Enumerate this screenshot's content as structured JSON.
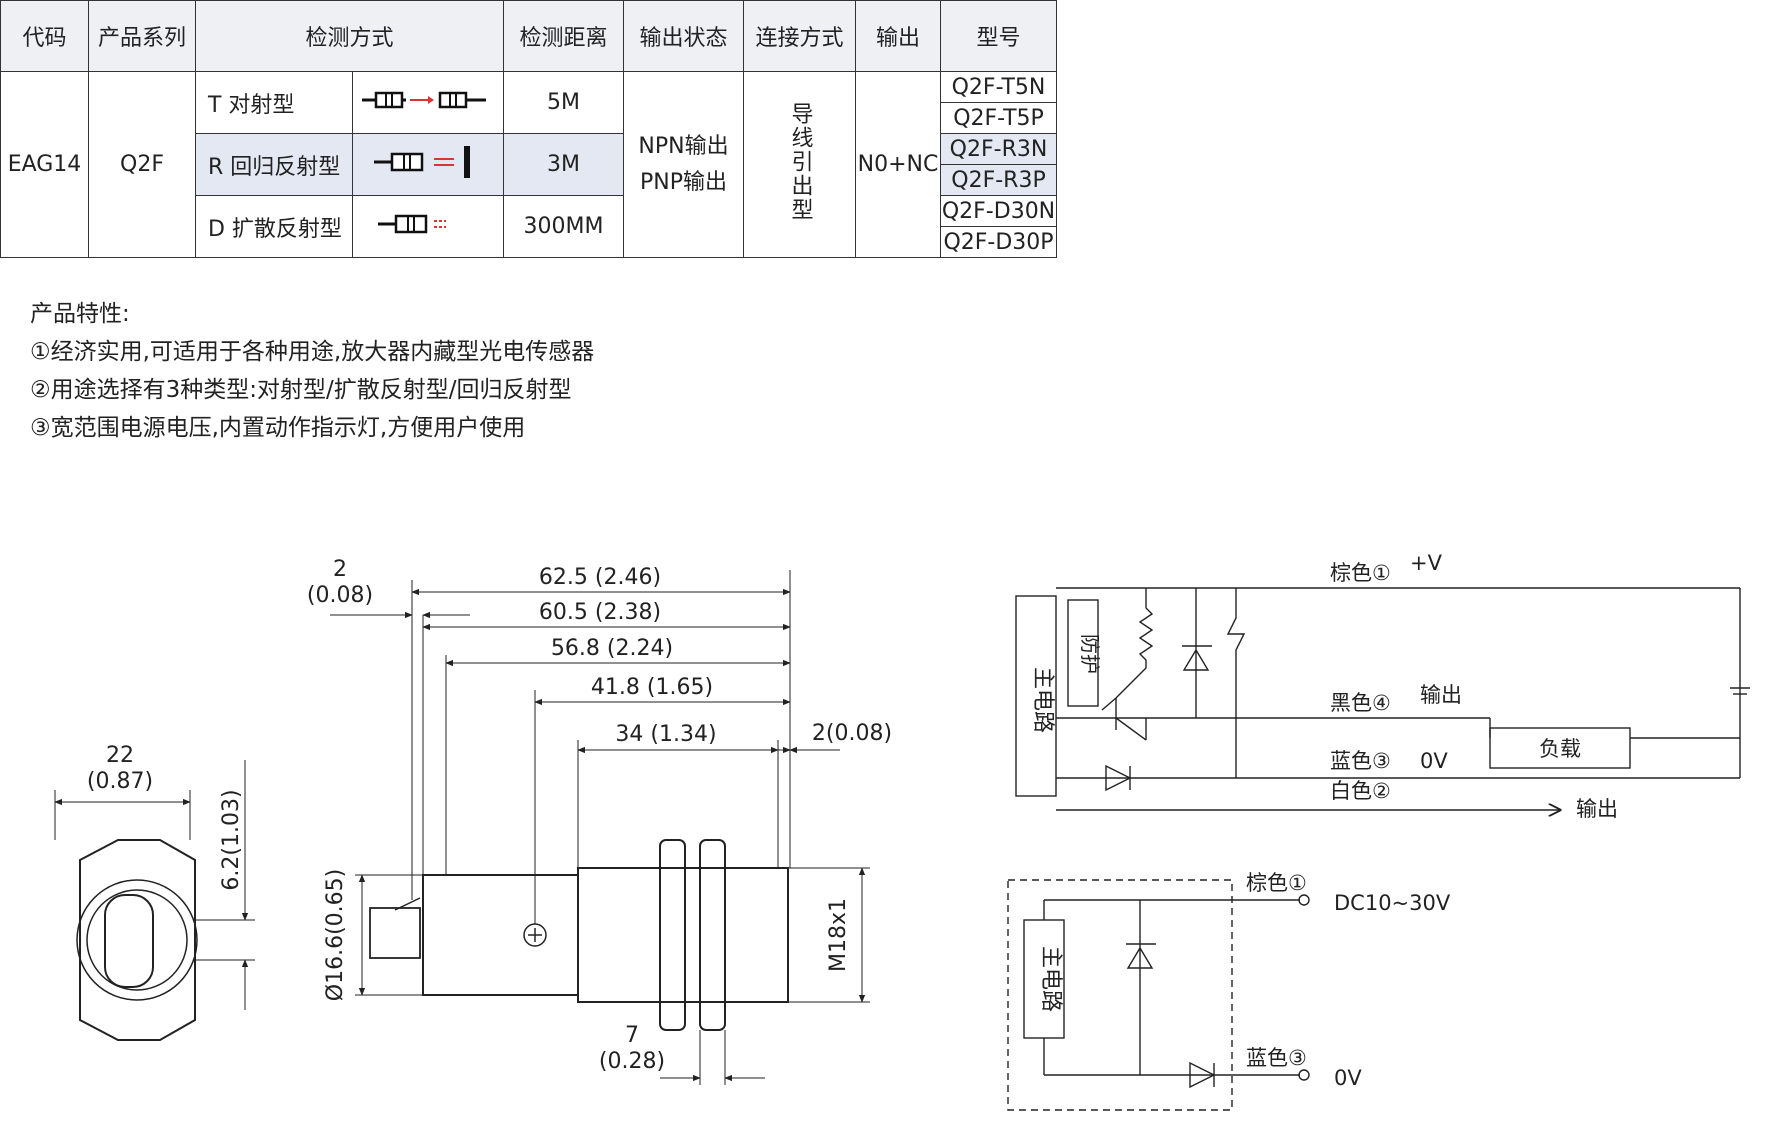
{
  "table": {
    "headers": [
      "代码",
      "产品系列",
      "检测方式",
      "检测距离",
      "输出状态",
      "连接方式",
      "输出",
      "型号"
    ],
    "code": "EAG14",
    "series": "Q2F",
    "rows": [
      {
        "type": "T 对射型",
        "distance": "5M"
      },
      {
        "type": "R 回归反射型",
        "distance": "3M"
      },
      {
        "type": "D 扩散反射型",
        "distance": "300MM"
      }
    ],
    "output_state_1": "NPN输出",
    "output_state_2": "PNP输出",
    "connection": "导线引出型",
    "output": "N0+NC",
    "models": [
      "Q2F-T5N",
      "Q2F-T5P",
      "Q2F-R3N",
      "Q2F-R3P",
      "Q2F-D30N",
      "Q2F-D30P"
    ]
  },
  "features": {
    "title": "产品特性:",
    "items": [
      "①经济实用,可适用于各种用途,放大器内藏型光电传感器",
      "②用途选择有3种类型:对射型/扩散反射型/回归反射型",
      "③宽范围电源电压,内置动作指示灯,方便用户使用"
    ]
  },
  "drawing": {
    "front_width": "22",
    "front_width_in": "(0.87)",
    "front_height": "6.2(1.03)",
    "dim_2": "2",
    "dim_2_in": "(0.08)",
    "dim_62": "62.5 (2.46)",
    "dim_60": "60.5 (2.38)",
    "dim_56": "56.8 (2.24)",
    "dim_41": "41.8 (1.65)",
    "dim_34": "34 (1.34)",
    "dim_2r": "2(0.08)",
    "dim_dia": "Ø16.6(0.65)",
    "dim_thread": "M18x1",
    "dim_7": "7",
    "dim_7_in": "(0.28)"
  },
  "circuit1": {
    "main": "主电路",
    "protect": "防护",
    "brown": "棕色①",
    "plus_v": "+V",
    "black": "黑色④",
    "output": "输出",
    "blue": "蓝色③",
    "zero_v": "0V",
    "white": "白色②",
    "output2": "输出",
    "load": "负载"
  },
  "circuit2": {
    "main": "主电路",
    "brown": "棕色①",
    "dc": "DC10~30V",
    "blue": "蓝色③",
    "zero_v": "0V"
  }
}
